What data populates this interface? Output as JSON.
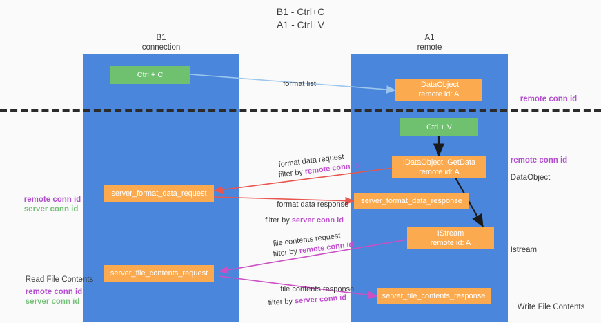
{
  "title": {
    "line1": "B1 - Ctrl+C",
    "line2": "A1 - Ctrl+V"
  },
  "lanes": [
    {
      "id": "b1",
      "name": "B1",
      "sub": "connection"
    },
    {
      "id": "a1",
      "name": "A1",
      "sub": "remote"
    }
  ],
  "nodes": {
    "ctrl_c": {
      "label": "Ctrl + C"
    },
    "idataobject": {
      "line1": "IDataObject",
      "line2": "remote id: A"
    },
    "ctrl_v": {
      "label": "Ctrl + V"
    },
    "getdata": {
      "line1": "IDataObject::GetData",
      "line2": "remote id: A"
    },
    "server_format_data_request": {
      "label": "server_format_data_request"
    },
    "server_format_data_response": {
      "label": "server_format_data_response"
    },
    "istream": {
      "line1": "IStream",
      "line2": "remote id: A"
    },
    "server_file_contents_request": {
      "label": "server_file_contents_request"
    },
    "server_file_contents_response": {
      "label": "server_file_contents_response"
    }
  },
  "right_labels": {
    "remote_conn_id_top": "remote conn id",
    "remote_conn_id_mid": "remote conn id",
    "dataobject": "DataObject",
    "istream": "Istream",
    "write_file_contents": "Write File Contents"
  },
  "left_labels": {
    "remote_conn_id_mid": "remote conn id",
    "server_conn_id_mid": "server conn id",
    "read_file_contents": "Read File Contents",
    "remote_conn_id_bottom": "remote conn id",
    "server_conn_id_bottom": "server conn id"
  },
  "edge_labels": {
    "format_list": "format list",
    "format_data_request": "format data request",
    "format_data_request_filter_prefix": "filter by ",
    "format_data_request_filter_key": "remote conn id",
    "format_data_response": "format data response",
    "format_data_response_filter_prefix": "filter by ",
    "format_data_response_filter_key": "server conn id",
    "file_contents_request": "file contents request",
    "file_contents_request_filter_prefix": "filter by ",
    "file_contents_request_filter_key": "remote conn id",
    "file_contents_response": "file contents response",
    "file_contents_response_filter_prefix": "filter by ",
    "file_contents_response_filter_key": "server conn id"
  },
  "colors": {
    "lane": "#4a86db",
    "green_node": "#6fc16f",
    "orange_node": "#fcaa4f",
    "purple_text": "#b34fcf",
    "green_text": "#76c17a",
    "arrow_blue": "#9ec7ee",
    "arrow_red": "#e8564f",
    "arrow_magenta": "#cc4fc4",
    "arrow_black": "#1a1a1a",
    "divider": "#2b2b2b",
    "background": "#fafafa"
  }
}
